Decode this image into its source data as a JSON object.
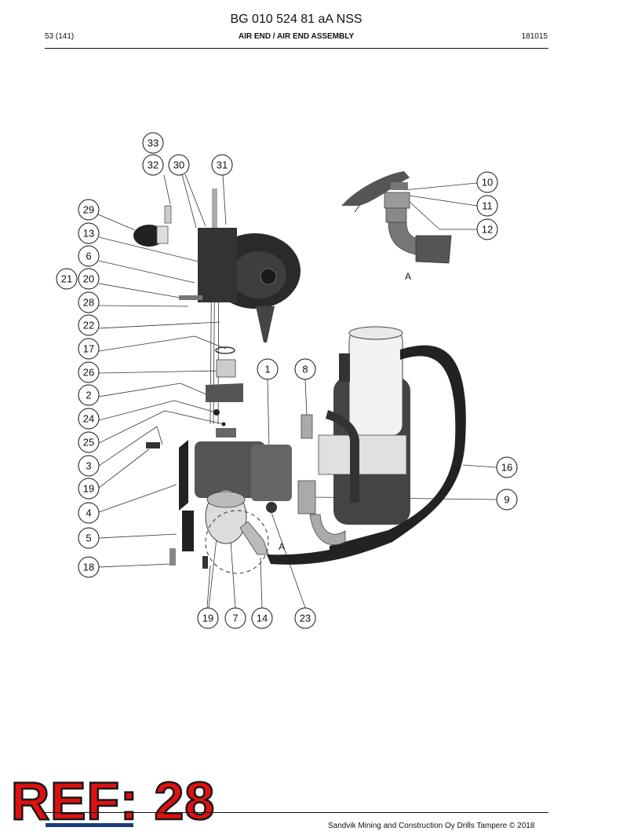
{
  "header": {
    "doc_title": "BG 010 524 81 aA NSS",
    "page": "53 (141)",
    "section": "AIR END / AIR END ASSEMBLY",
    "code": "181015"
  },
  "footer": {
    "copyright": "Sandvik Mining and Construction Oy Drills Tampere © 2018"
  },
  "stamp": {
    "text": "REF: 28"
  },
  "view": {
    "detail_label": "A",
    "circle_label": "A"
  },
  "callouts": [
    {
      "label": "33"
    },
    {
      "label": "32"
    },
    {
      "label": "30"
    },
    {
      "label": "31"
    },
    {
      "label": "29"
    },
    {
      "label": "13"
    },
    {
      "label": "6"
    },
    {
      "label": "21"
    },
    {
      "label": "20"
    },
    {
      "label": "28"
    },
    {
      "label": "22"
    },
    {
      "label": "17"
    },
    {
      "label": "26"
    },
    {
      "label": "2"
    },
    {
      "label": "24"
    },
    {
      "label": "25"
    },
    {
      "label": "3"
    },
    {
      "label": "19"
    },
    {
      "label": "4"
    },
    {
      "label": "5"
    },
    {
      "label": "18"
    },
    {
      "label": "1"
    },
    {
      "label": "8"
    },
    {
      "label": "10"
    },
    {
      "label": "11"
    },
    {
      "label": "12"
    },
    {
      "label": "16"
    },
    {
      "label": "9"
    },
    {
      "label": "19"
    },
    {
      "label": "7"
    },
    {
      "label": "14"
    },
    {
      "label": "23"
    }
  ]
}
